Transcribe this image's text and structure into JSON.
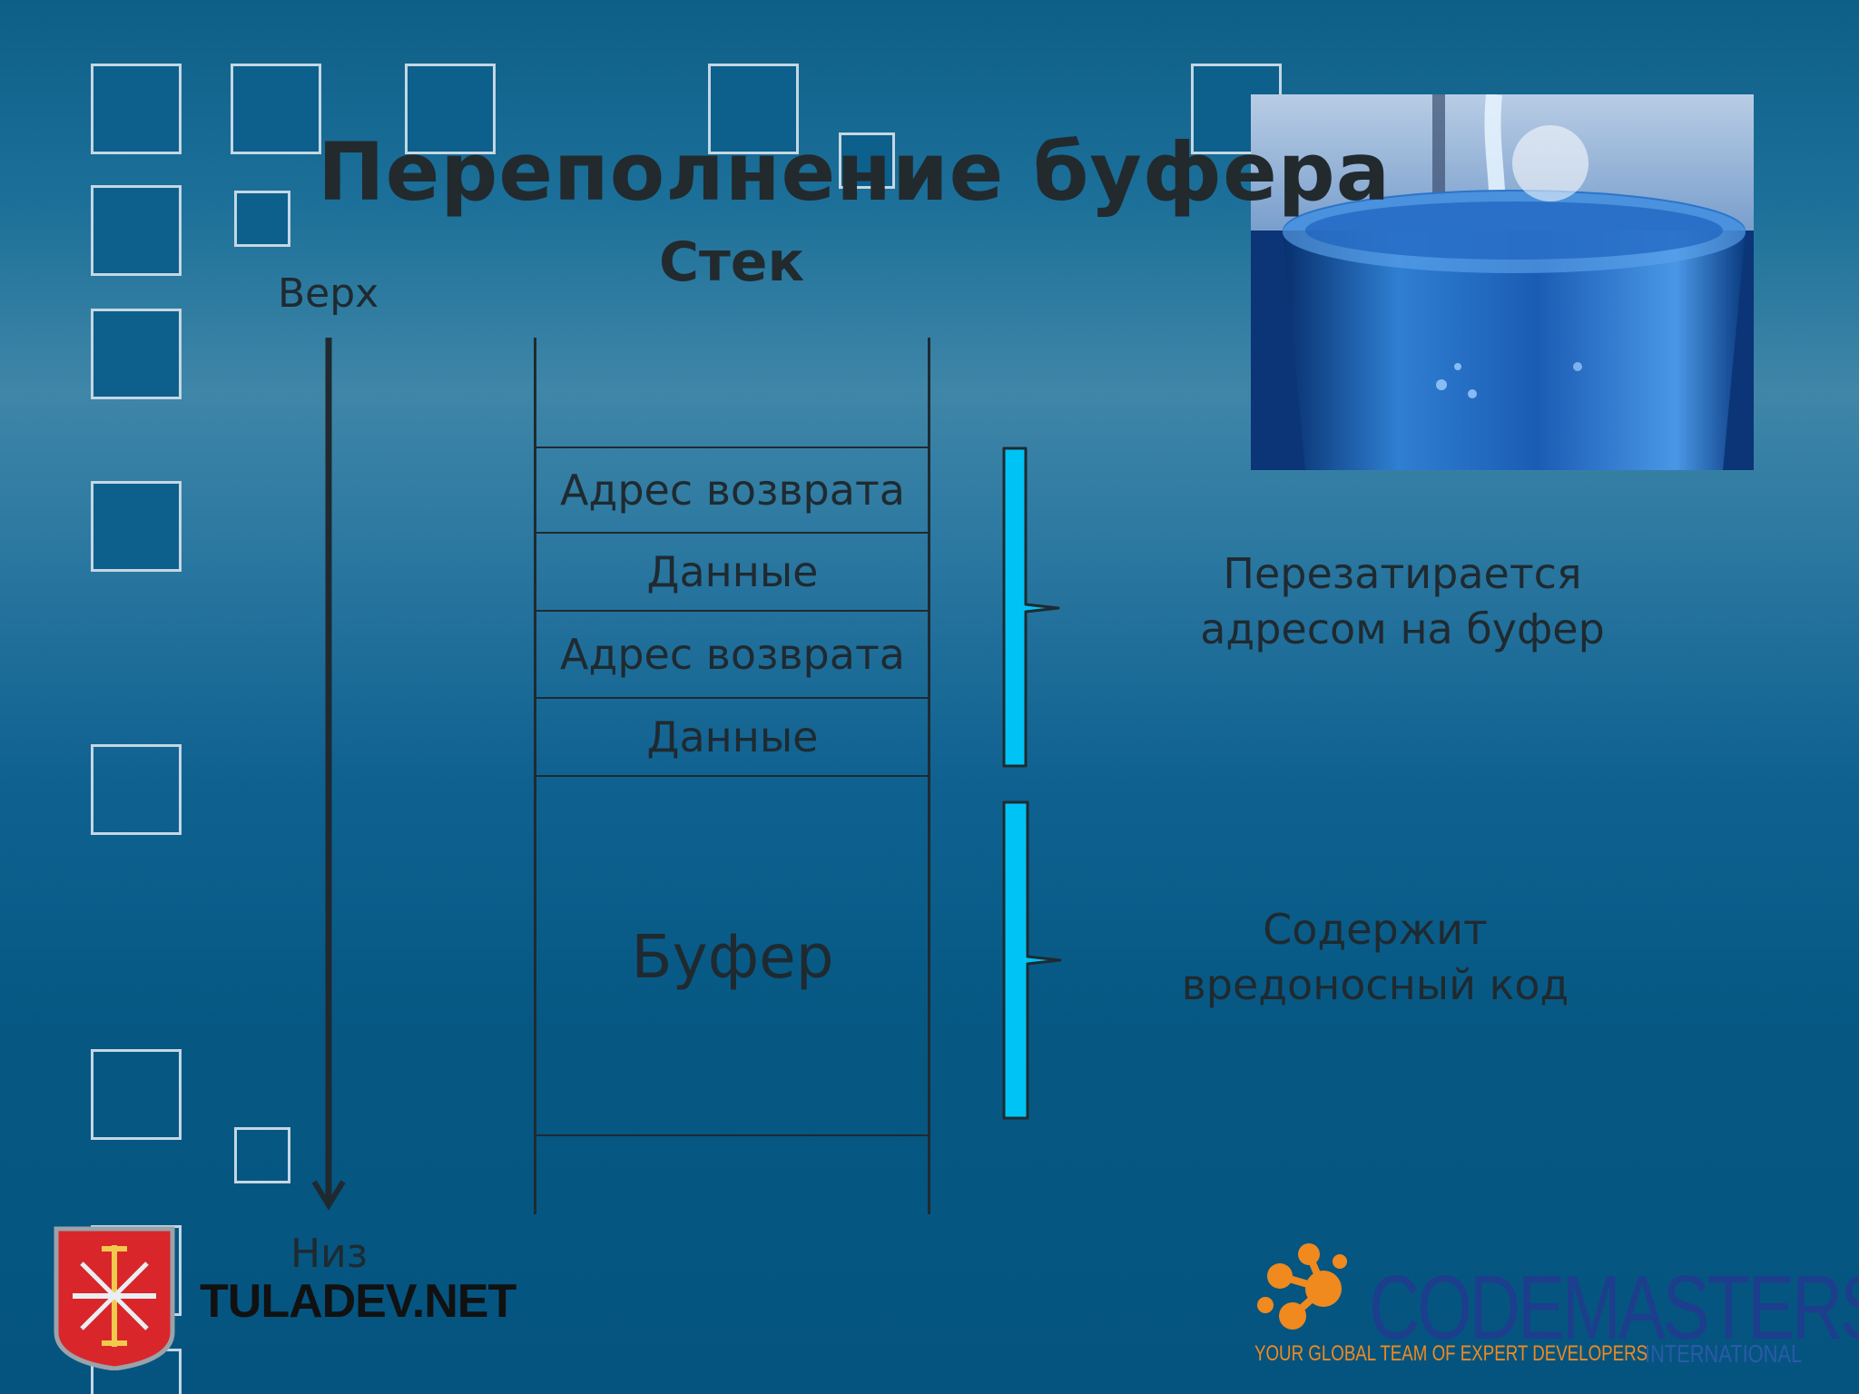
{
  "slide": {
    "title": "Переполнение буфера",
    "subtitle": "Стек",
    "label_top": "Верх",
    "label_bottom": "Низ"
  },
  "stack": {
    "cells": [
      {
        "label": "Адрес возврата"
      },
      {
        "label": "Данные"
      },
      {
        "label": "Адрес возврата"
      },
      {
        "label": "Данные"
      },
      {
        "label": "Буфер"
      }
    ]
  },
  "notes": {
    "overwritten": [
      "Перезатирается",
      "адресом на буфер"
    ],
    "malicious": [
      "Содержит",
      "вредоносный код"
    ]
  },
  "colors": {
    "brace": "#00c3f5",
    "text": "#1f2a30",
    "brand_orange": "#f08a1e",
    "brand_blue": "#1d3e8c"
  },
  "logos": {
    "tuladev": "TULADEV.NET",
    "codemasters": "CODEMASTERS",
    "codemasters_tagline": "YOUR GLOBAL TEAM OF EXPERT DEVELOPERS",
    "codemasters_suffix": "INTERNATIONAL"
  },
  "image": {
    "subject": "glass-of-water-overflowing"
  }
}
